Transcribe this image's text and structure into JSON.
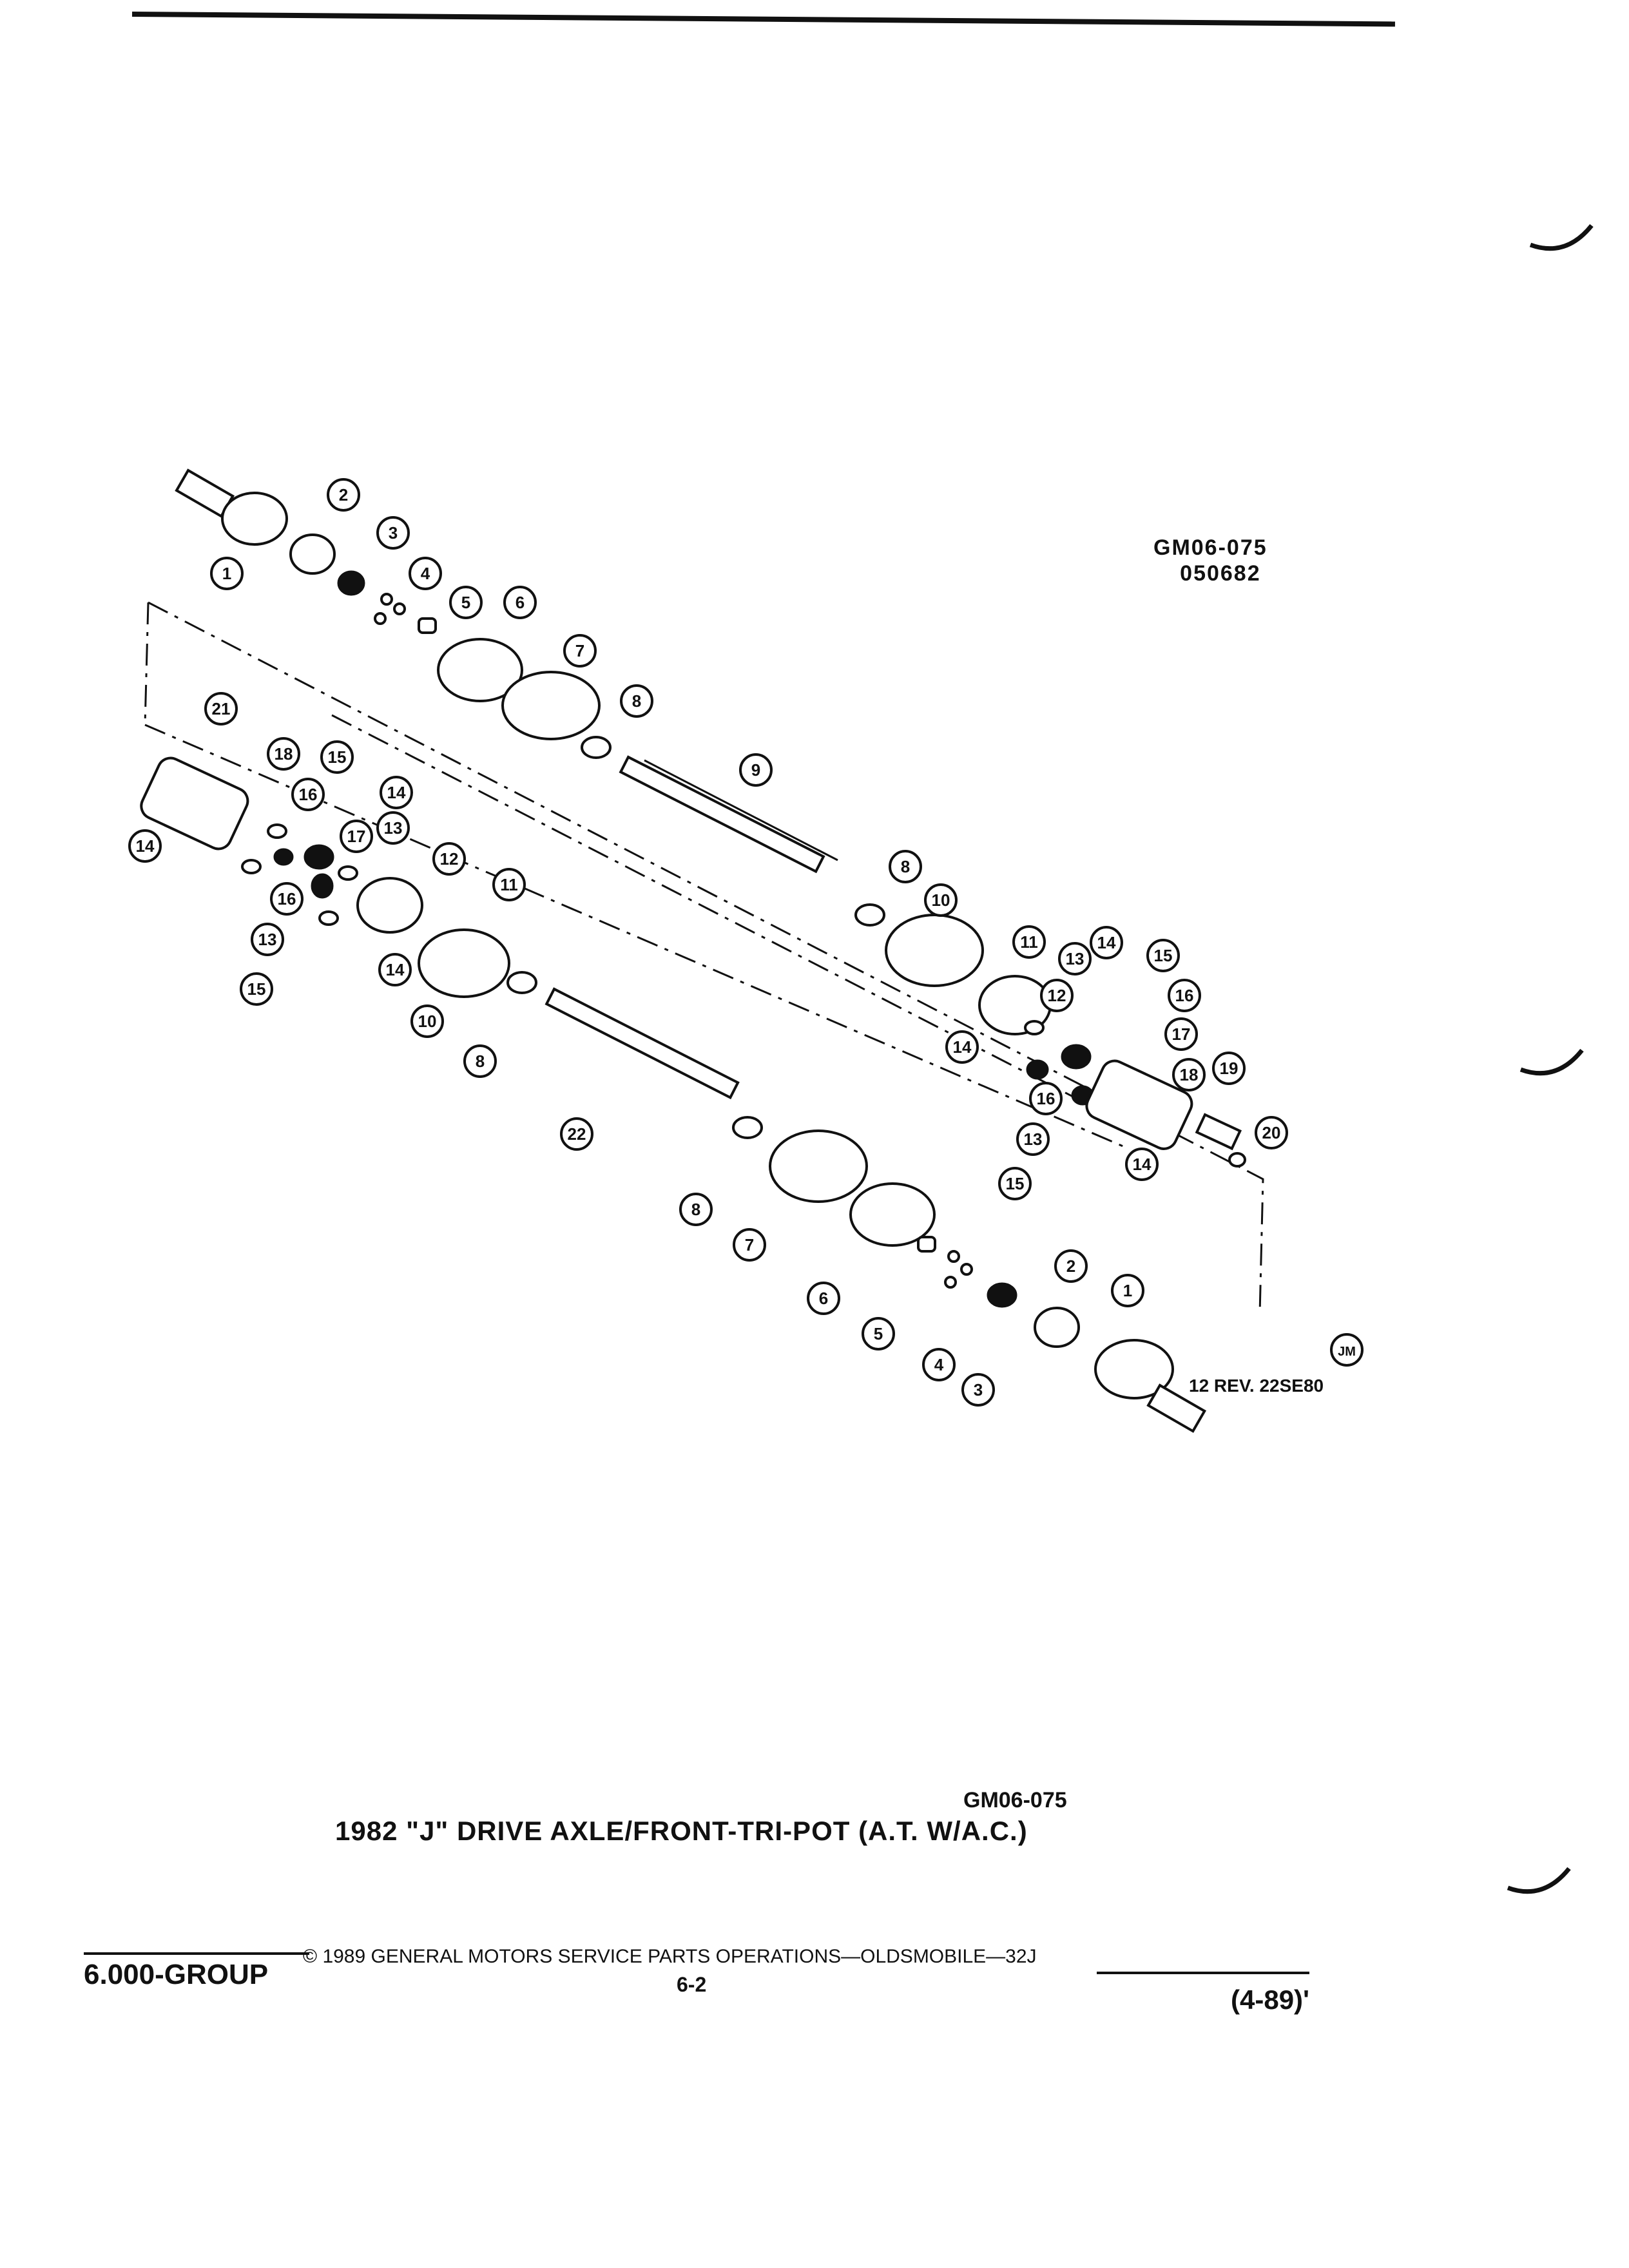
{
  "ref_code": "GM06-075",
  "ref_date": "050682",
  "jm_badge": "JM",
  "revision": "12 REV. 22SE80",
  "caption_code": "GM06-075",
  "caption_title": "1982 \"J\" DRIVE AXLE/FRONT-TRI-POT (A.T. W/A.C.)",
  "footer": {
    "group": "6.000-GROUP",
    "copyright": "© 1989 GENERAL MOTORS SERVICE PARTS OPERATIONS—OLDSMOBILE—32J",
    "page": "6-2",
    "date": "(4-89)'"
  },
  "callouts": {
    "upper_left": [
      "1",
      "2",
      "3",
      "4",
      "5",
      "6",
      "7",
      "8"
    ],
    "upper_shaft": [
      "9"
    ],
    "upper_right": [
      "8",
      "10",
      "11",
      "12",
      "13",
      "14",
      "15",
      "16",
      "17",
      "18",
      "19",
      "20",
      "16",
      "13",
      "14",
      "15",
      "14"
    ],
    "lower_left": [
      "21",
      "18",
      "15",
      "16",
      "14",
      "13",
      "17",
      "12",
      "11",
      "14",
      "16",
      "13",
      "15",
      "14",
      "10",
      "8"
    ],
    "lower_shaft": [
      "22"
    ],
    "lower_right": [
      "8",
      "7",
      "6",
      "5",
      "4",
      "3",
      "2",
      "1"
    ]
  }
}
